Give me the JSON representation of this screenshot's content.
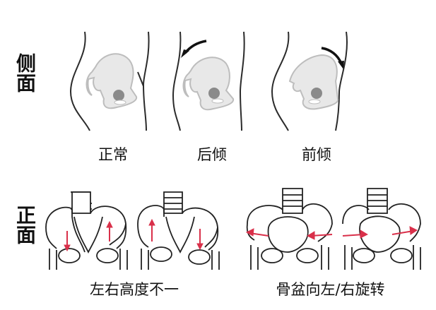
{
  "rows": [
    {
      "label": "侧面"
    },
    {
      "label": "正面"
    }
  ],
  "side_view": {
    "panels": [
      {
        "caption": "正常",
        "arrow": "none"
      },
      {
        "caption": "后倾",
        "arrow": "counterclockwise"
      },
      {
        "caption": "前倾",
        "arrow": "clockwise"
      }
    ]
  },
  "front_view": {
    "groups": [
      {
        "caption": "左右高度不一",
        "arrows": [
          "down-left / up-right",
          "up-left / down-right"
        ]
      },
      {
        "caption": "骨盆向左/右旋转",
        "arrows": [
          "horizontal inward",
          "horizontal rotation"
        ]
      }
    ]
  },
  "colors": {
    "arrow_red": "#d9304a",
    "bone_fill": "#e8e8e8",
    "bone_stroke": "#bdbdbd",
    "line": "#222222"
  }
}
